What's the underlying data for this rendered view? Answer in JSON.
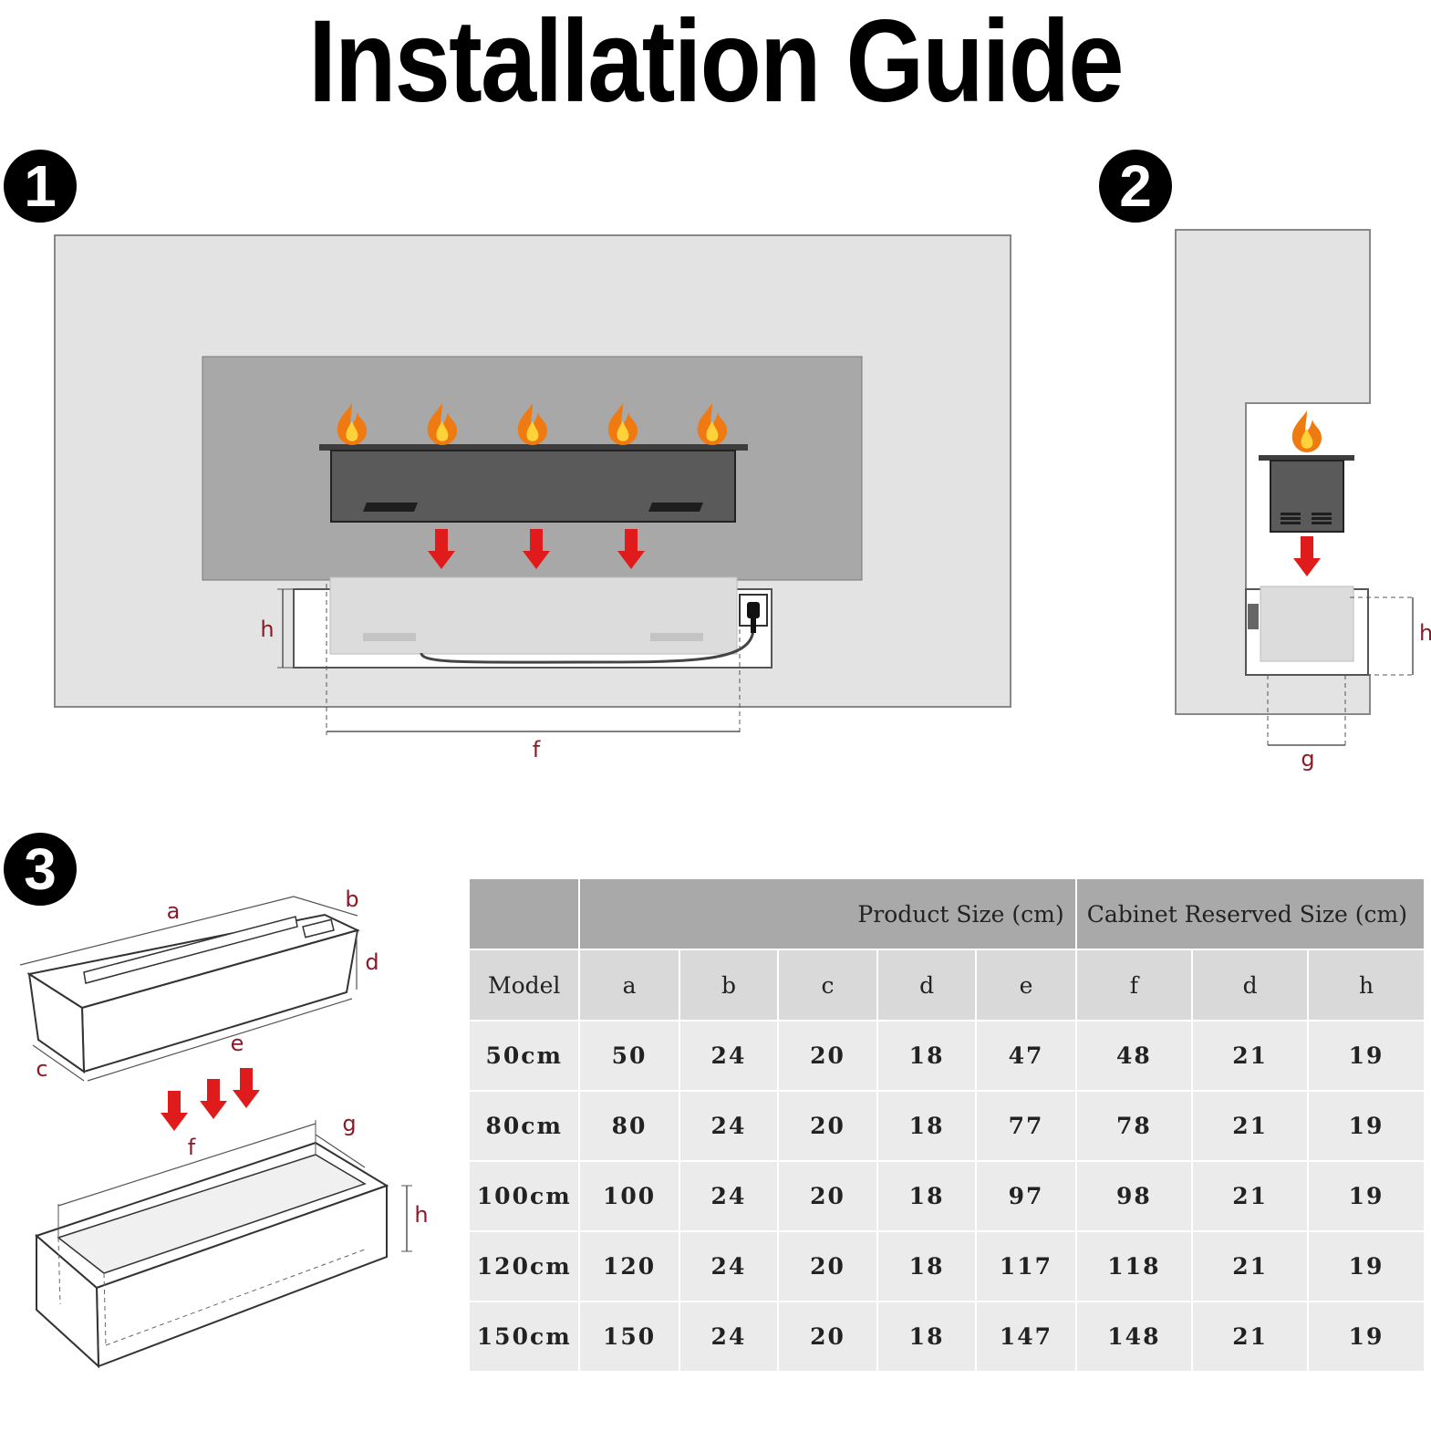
{
  "title": "Installation Guide",
  "steps": [
    "1",
    "2",
    "3"
  ],
  "diagram_labels": {
    "step1": {
      "height": "h",
      "width": "f"
    },
    "step2": {
      "height": "h",
      "depth": "g"
    },
    "step3": {
      "a": "a",
      "b": "b",
      "c": "c",
      "d": "d",
      "e": "e",
      "f": "f",
      "g": "g",
      "h": "h"
    }
  },
  "icons": [
    "flame-icon",
    "down-arrow-icon",
    "power-outlet-icon"
  ],
  "colors": {
    "arrow": "#e01b1b",
    "label": "#8b1a2a",
    "wall": "#e3e3e3",
    "opening": "#a8a8a8"
  },
  "table": {
    "group_headers": [
      "",
      "Product Size (cm)",
      "Cabinet Reserved Size (cm)"
    ],
    "columns": [
      "Model",
      "a",
      "b",
      "c",
      "d",
      "e",
      "f",
      "d",
      "h"
    ],
    "rows": [
      [
        "50cm",
        "50",
        "24",
        "20",
        "18",
        "47",
        "48",
        "21",
        "19"
      ],
      [
        "80cm",
        "80",
        "24",
        "20",
        "18",
        "77",
        "78",
        "21",
        "19"
      ],
      [
        "100cm",
        "100",
        "24",
        "20",
        "18",
        "97",
        "98",
        "21",
        "19"
      ],
      [
        "120cm",
        "120",
        "24",
        "20",
        "18",
        "117",
        "118",
        "21",
        "19"
      ],
      [
        "150cm",
        "150",
        "24",
        "20",
        "18",
        "147",
        "148",
        "21",
        "19"
      ]
    ]
  }
}
